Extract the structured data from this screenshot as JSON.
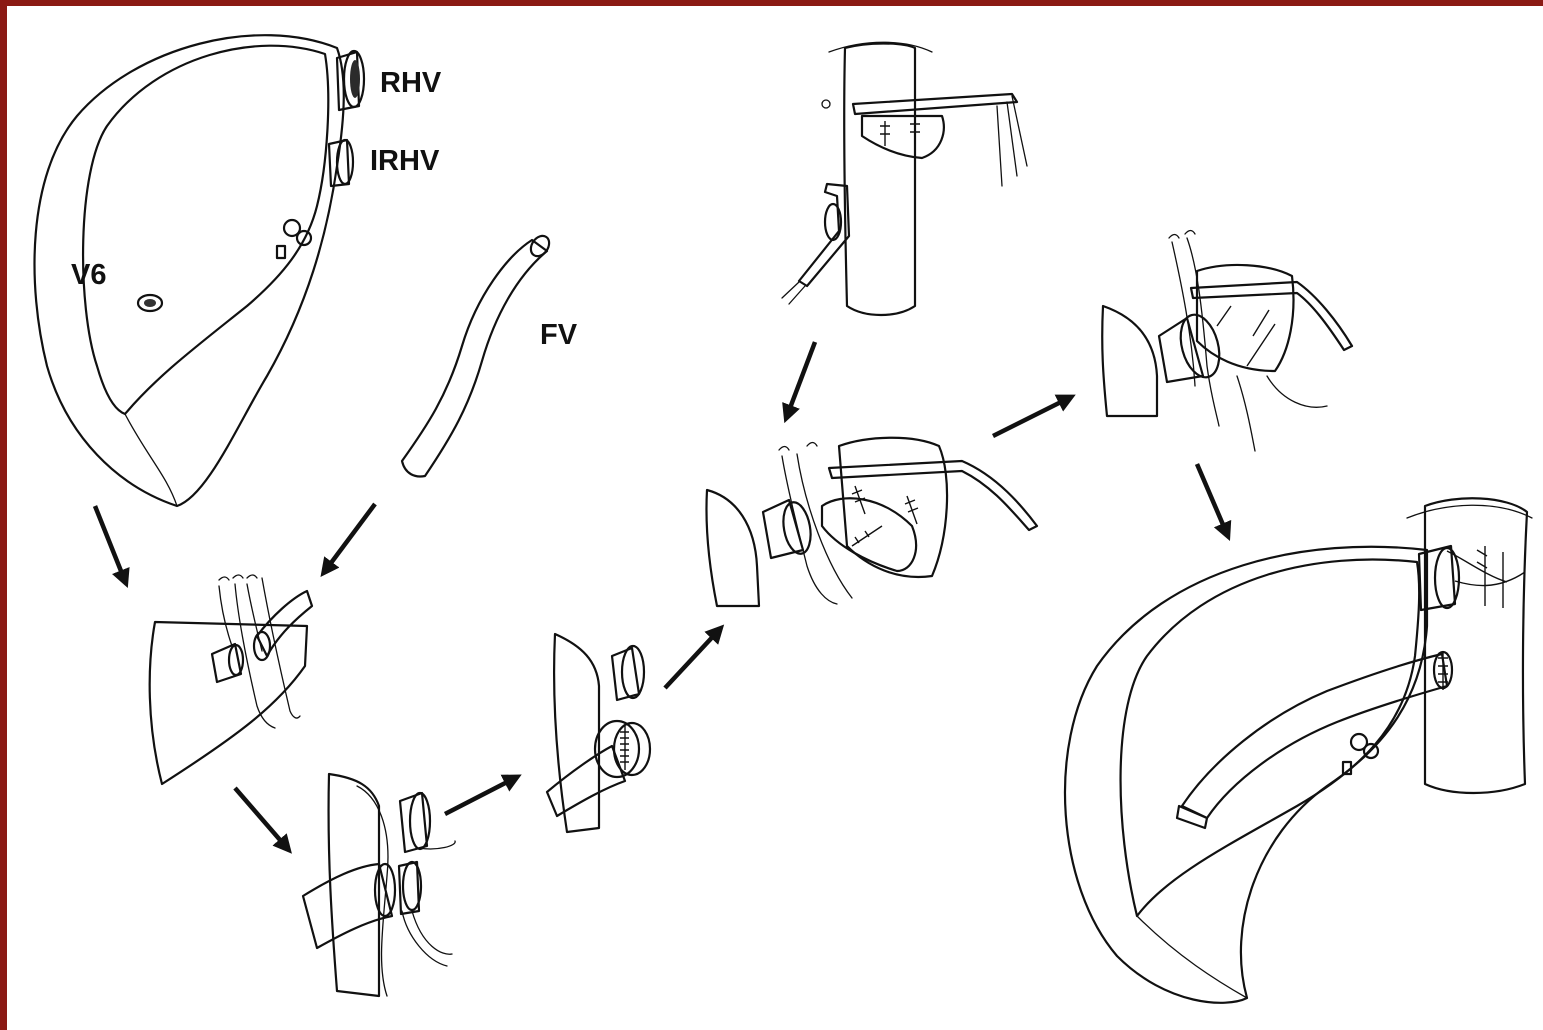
{
  "figure": {
    "labels": {
      "rhv": "RHV",
      "irhv": "IRHV",
      "v6": "V6",
      "fv": "FV"
    },
    "colors": {
      "frame_border": "#8b1a14",
      "background": "#ffffff",
      "liver_capsule": "#f2f2f2",
      "parenchyma": "#d9d9d9",
      "vessel": "#b9b9b9",
      "vessel_dark": "#6a6a6a",
      "outline": "#111111"
    },
    "icons": [
      "liver-graft",
      "vein-graft",
      "vascular-clamp",
      "suture-needle",
      "flow-arrow"
    ]
  }
}
